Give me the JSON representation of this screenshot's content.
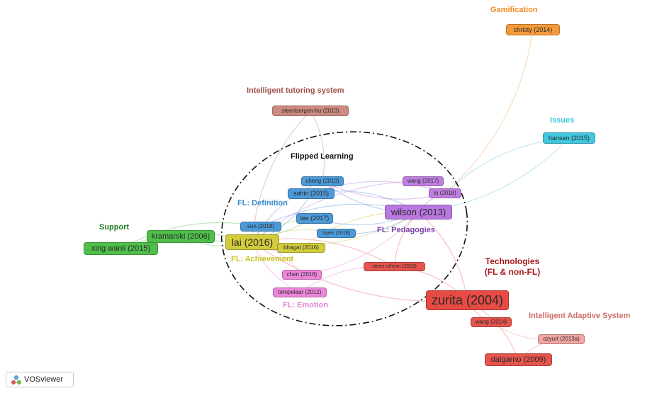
{
  "colors": {
    "gamification": "#f48a23",
    "its": "#a0524a",
    "issues": "#3ec3dc",
    "support": "#1f7a1f",
    "definition": "#3a89c9",
    "achievement": "#c9c21c",
    "pedagogies": "#7a3fa6",
    "emotion": "#e47fd0",
    "technologies": "#a61a1a",
    "adaptive": "#cf6b65",
    "flipped": "#111111"
  },
  "cluster_labels": {
    "gamification": "Gamification",
    "its": "Intelligent tutoring system",
    "issues": "Issues",
    "flipped": "Flipped Learning",
    "definition": "FL: Definition",
    "support": "Support",
    "pedagogies": "FL: Pedagogies",
    "achievement": "FL: Achievement",
    "technologies_1": "Technologies",
    "technologies_2": "(FL & non-FL)",
    "adaptive": "Intelligent Adaptive System",
    "emotion": "FL: Emotion"
  },
  "nodes": {
    "christy": "christy (2014)",
    "steenbergen": "steenbergen-hu (2013)",
    "hansen": "hansen (2015)",
    "cheng": "cheng (2019)",
    "wang2017": "wang (2017)",
    "sahin": "sahin (2015)",
    "lo": "lo (2018)",
    "wilson": "wilson (2013)",
    "kramarski": "kramarski (2006)",
    "lee": "lee (2017)",
    "sun": "sun (2018)",
    "lopes": "lopes (2018)",
    "lai": "lai (2016)",
    "xing": "xing wanli (2015)",
    "bhagat": "bhagat (2016)",
    "steen": "steen-utheim (2018)",
    "chen": "chen (2016)",
    "tempelaar": "tempelaar (2012)",
    "zurita": "zurita (2004)",
    "wang2014": "wang (2014)",
    "ozyurt": "ozyurt (2013a)",
    "dalgarno": "dalgarno (2009)"
  },
  "app": {
    "logo_text": "VOSviewer",
    "logo_icon": "vosviewer-logo-icon"
  }
}
